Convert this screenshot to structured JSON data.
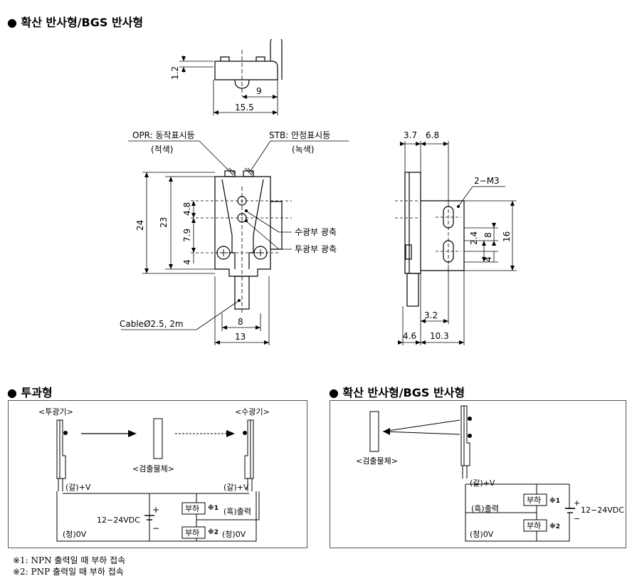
{
  "headings": {
    "top": "● 확산 반사형/BGS 반사형",
    "thru": "● 투과형",
    "diffuse": "● 확산 반사형/BGS 반사형"
  },
  "top_view": {
    "dim_h": "1.2",
    "dim_9": "9",
    "dim_15_5": "15.5"
  },
  "front_view": {
    "opr_label": "OPR: 동작표시등",
    "opr_color": "(적색)",
    "stb_label": "STB: 안정표시등",
    "stb_color": "(녹색)",
    "dim_24": "24",
    "dim_23": "23",
    "dim_4_8": "4.8",
    "dim_7_9": "7.9",
    "dim_4": "4",
    "receiver_label": "수광부 광축",
    "emitter_label": "투광부 광축",
    "cable_label": "CableØ2.5, 2m",
    "dim_8": "8",
    "dim_13": "13"
  },
  "side_view": {
    "dim_3_7": "3.7",
    "dim_6_8": "6.8",
    "screw_label": "2−M3",
    "dim_16": "16",
    "dim_8": "8",
    "dim_2_4": "2.4",
    "dim_4": "4",
    "dim_3_2": "3.2",
    "dim_4_6": "4.6",
    "dim_10_3": "10.3"
  },
  "thru_circuit": {
    "emitter_title": "<투광기>",
    "receiver_title": "<수광기>",
    "object_label": "<검출물체>",
    "brown_left": "(갈)+V",
    "brown_right": "(갈)+V",
    "load1": "부하",
    "load1_note": "※1",
    "load2": "부하",
    "load2_note": "※2",
    "supply": "12−24VDC",
    "plus": "+",
    "minus": "−",
    "output": "(흑)출력",
    "blue_left": "(청)0V",
    "blue_right": "(청)0V"
  },
  "diffuse_circuit": {
    "object_label": "<검출물체>",
    "brown": "(갈)+V",
    "output": "(흑)출력",
    "blue": "(청)0V",
    "load1": "부하",
    "load1_note": "※1",
    "load2": "부하",
    "load2_note": "※2",
    "supply": "12−24VDC",
    "plus": "+",
    "minus": "−"
  },
  "notes": {
    "n1": "※1: NPN 출력일 때 부하 접속",
    "n2": "※2: PNP 출력일 때 부하 접속"
  }
}
